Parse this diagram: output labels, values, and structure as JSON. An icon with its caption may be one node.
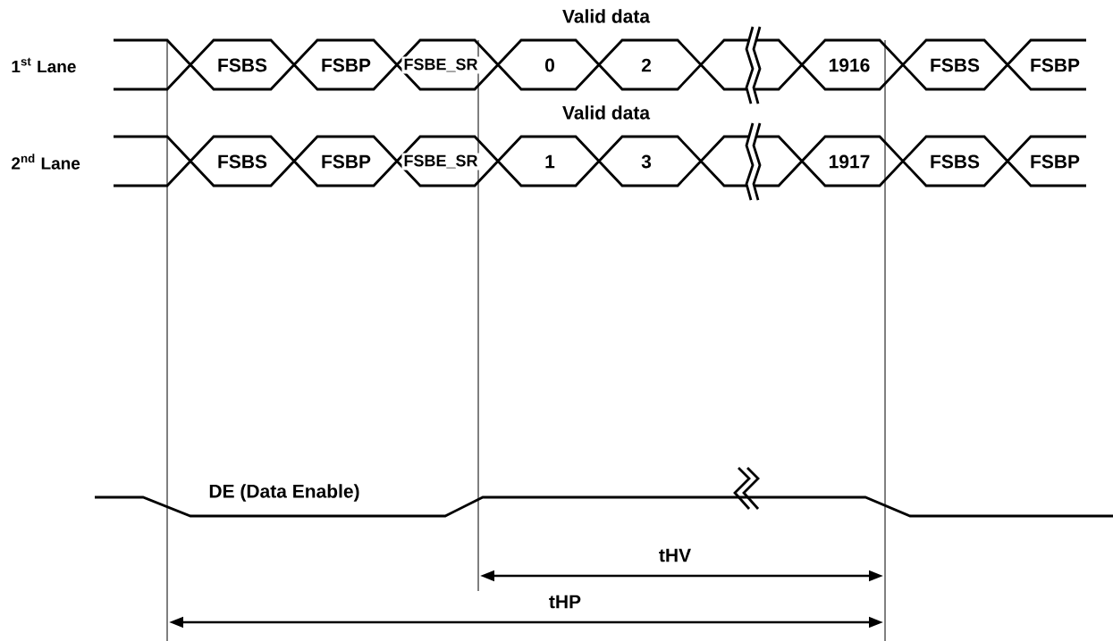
{
  "diagram": {
    "labels": [
      "Valid data",
      "1$^{st}$ Lane",
      "FSBS",
      "FSBP",
      "FSBE_SR",
      "0",
      "2",
      "1916",
      "FSBS",
      "FSBP",
      "Valid data",
      "2$^{nd}$ Lane",
      "FSBS",
      "FSBP",
      "FSBE_SR",
      "1",
      "3",
      "1917",
      "FSBS",
      "FSBP",
      "DE (Data Enable)",
      "tHV",
      "tHP"
    ]
  }
}
